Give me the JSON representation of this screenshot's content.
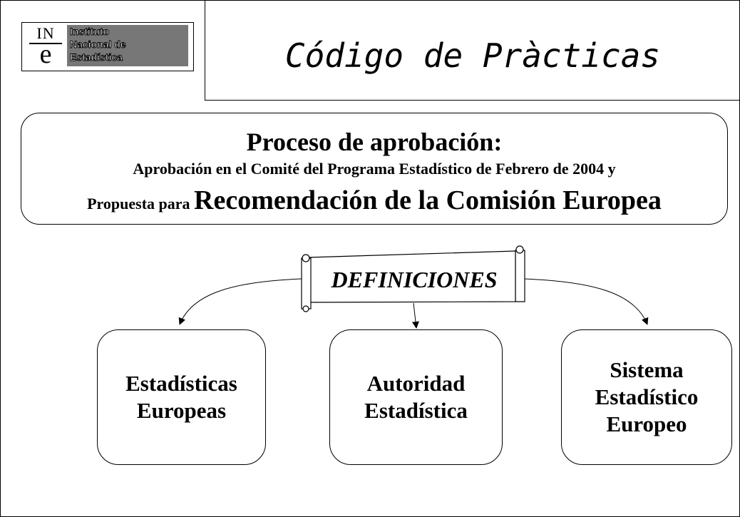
{
  "logo": {
    "mark_top": "IN",
    "mark_bottom": "e",
    "lines": [
      "Instituto",
      "Nacional de",
      "Estadística"
    ]
  },
  "title": "Código de Pràcticas",
  "approval": {
    "heading": "Proceso de aprobación:",
    "line2": "Aprobación en el Comité del Programa Estadístico de Febrero de 2004 y",
    "line3_prefix": "Propuesta para",
    "line3_emphasis": "Recomendación de la Comisión Europea"
  },
  "diagram": {
    "root": "DEFINICIONES",
    "nodes": [
      {
        "lines": [
          "Estadísticas",
          "Europeas"
        ]
      },
      {
        "lines": [
          "Autoridad",
          "Estadística"
        ]
      },
      {
        "lines": [
          "Sistema",
          "Estadístico",
          "Europeo"
        ]
      }
    ]
  }
}
